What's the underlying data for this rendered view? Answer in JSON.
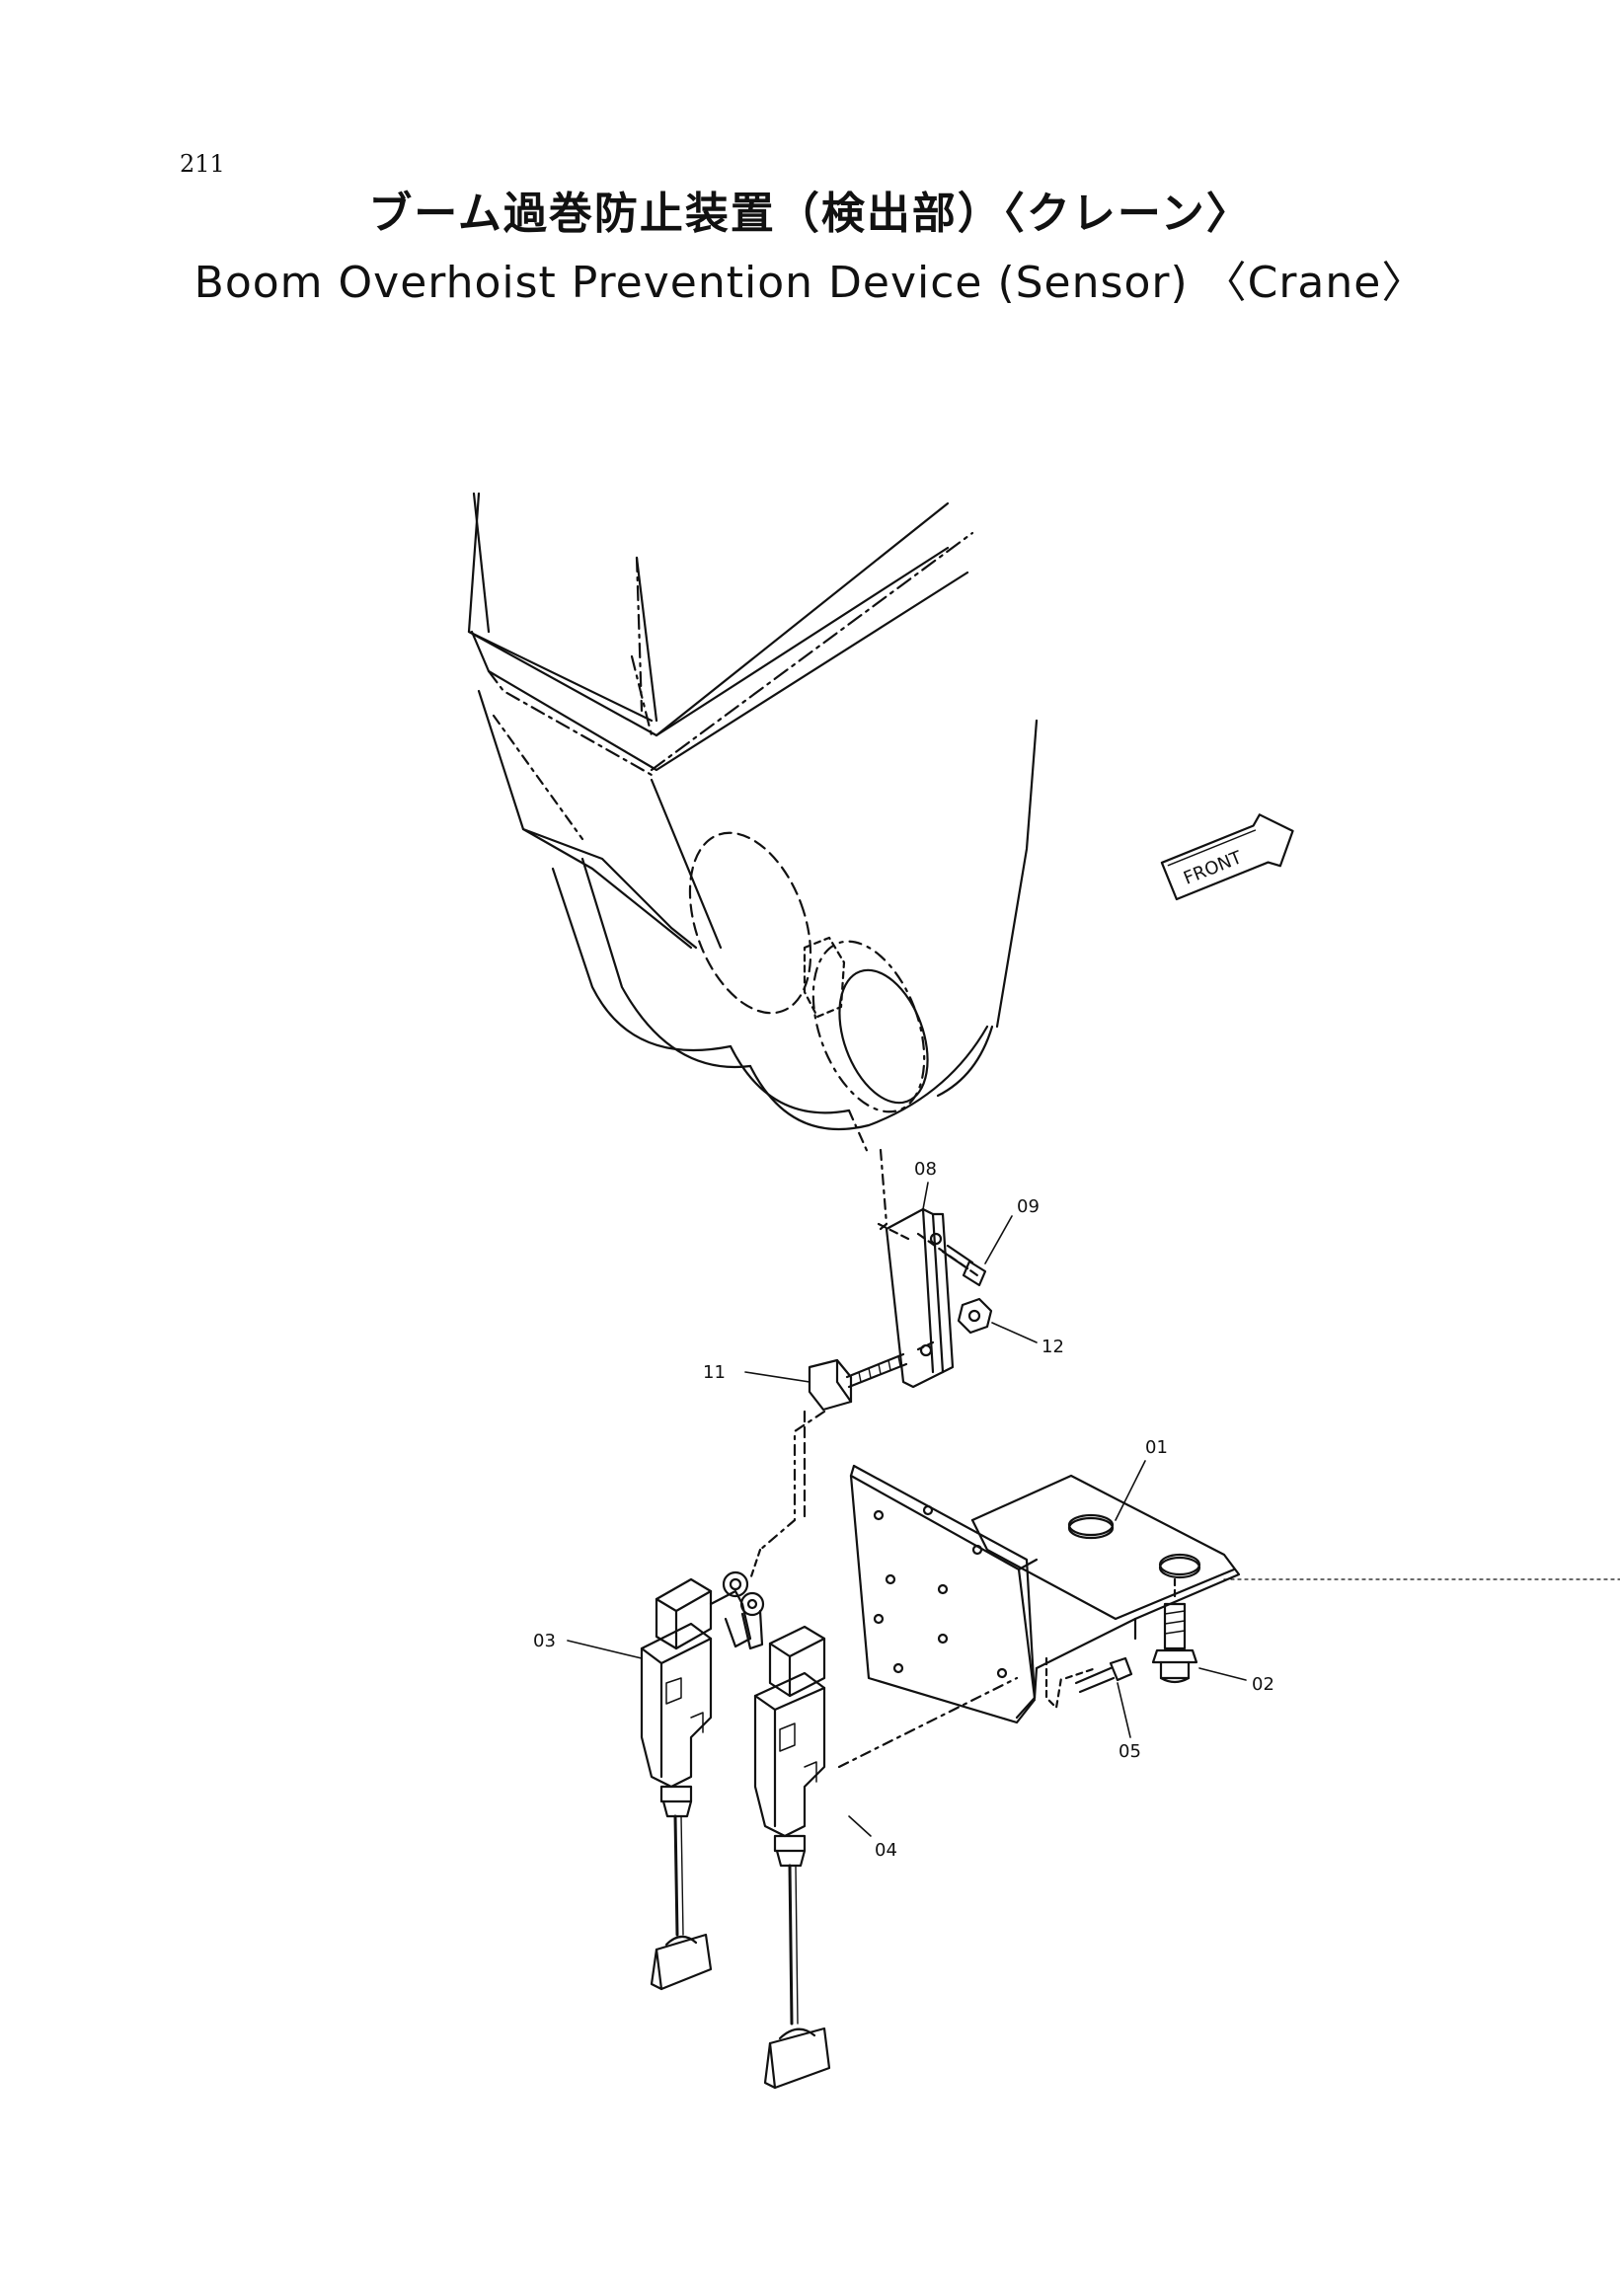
{
  "page_number": "211",
  "title_ja": "ブーム過巻防止装置（検出部）〈クレーン〉",
  "title_en": "Boom Overhoist Prevention Device (Sensor) 〈Crane〉",
  "front_sign": "FRONT",
  "callouts": {
    "p01": "01",
    "p02": "02",
    "p03": "03",
    "p04": "04",
    "p05": "05",
    "p08": "08",
    "p09": "09",
    "p11": "11",
    "p12": "12"
  }
}
